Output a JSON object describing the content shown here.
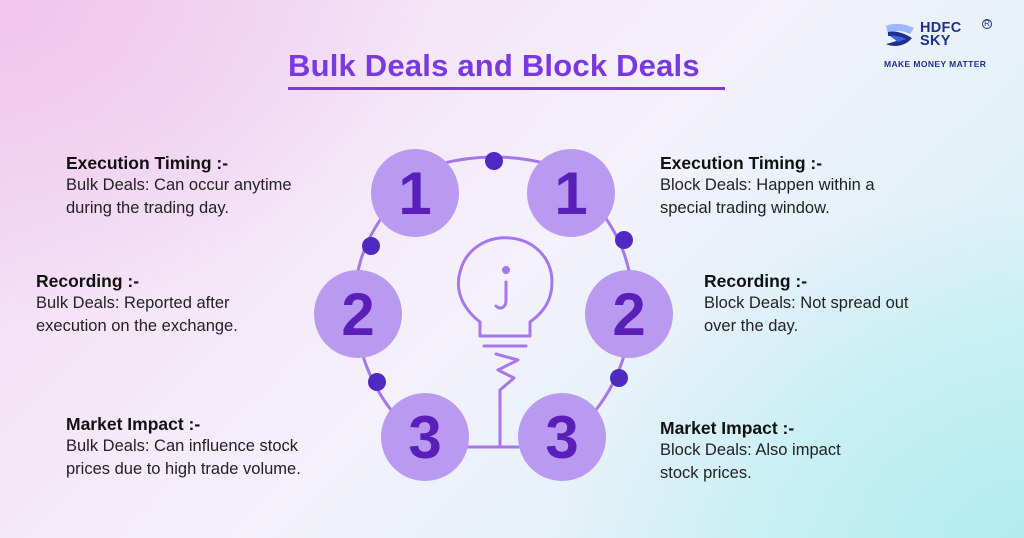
{
  "title": "Bulk Deals and Block Deals",
  "brand": {
    "name_line1": "HDFC",
    "name_line2": "SKY",
    "registered": "R",
    "tagline": "MAKE MONEY MATTER",
    "colors": {
      "navy": "#1d2f8f",
      "blue": "#3b63e6",
      "light_blue": "#9bb8ff"
    }
  },
  "colors": {
    "accent": "#7a38e0",
    "circle_fill": "#b99af0",
    "circle_text": "#5a1fb8",
    "ring_line": "#a775ec",
    "dot": "#4e2ac2"
  },
  "icons": {
    "center": "lightbulb-icon",
    "logo": "hdfc-sky-logo-icon"
  },
  "steps": [
    "1",
    "1",
    "2",
    "2",
    "3",
    "3"
  ],
  "left": [
    {
      "heading": "Execution Timing :-",
      "line1": "Bulk Deals: Can occur anytime",
      "line2": "during the trading day."
    },
    {
      "heading": "Recording :-",
      "line1": "Bulk Deals: Reported after",
      "line2": "execution on the exchange."
    },
    {
      "heading": "Market Impact :-",
      "line1": "Bulk Deals: Can influence stock",
      "line2": "prices due to high trade volume."
    }
  ],
  "right": [
    {
      "heading": "Execution Timing :-",
      "line1": "Block Deals: Happen within a",
      "line2": "special trading window."
    },
    {
      "heading": "Recording :-",
      "line1": "Block Deals: Not spread out",
      "line2": "over the day."
    },
    {
      "heading": "Market Impact :-",
      "line1": "Block Deals: Also impact",
      "line2": "stock prices."
    }
  ]
}
